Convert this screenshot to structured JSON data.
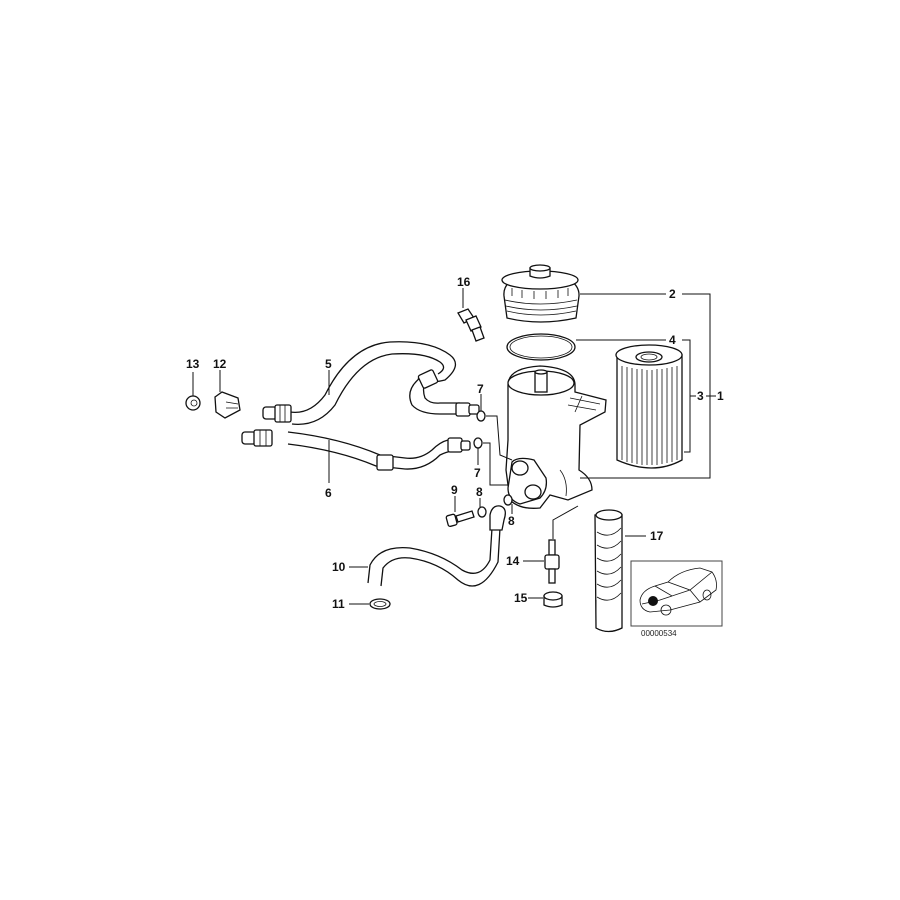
{
  "diagram": {
    "title": "Oil filter housing / oil cooler lines exploded parts diagram",
    "reference_code": "00000534",
    "callouts": [
      {
        "id": "1",
        "label": "1",
        "part": "oil-filter-housing-assembly"
      },
      {
        "id": "2",
        "label": "2",
        "part": "oil-filter-cap"
      },
      {
        "id": "3",
        "label": "3",
        "part": "oil-filter-element-kit"
      },
      {
        "id": "4",
        "label": "4",
        "part": "o-ring"
      },
      {
        "id": "5",
        "label": "5",
        "part": "oil-cooler-line-upper"
      },
      {
        "id": "6",
        "label": "6",
        "part": "oil-cooler-line-lower"
      },
      {
        "id": "7a",
        "label": "7",
        "part": "gasket-ring-upper"
      },
      {
        "id": "7b",
        "label": "7",
        "part": "gasket-ring-lower"
      },
      {
        "id": "8a",
        "label": "8",
        "part": "gasket-ring-left"
      },
      {
        "id": "8b",
        "label": "8",
        "part": "gasket-ring-right"
      },
      {
        "id": "9",
        "label": "9",
        "part": "hollow-bolt"
      },
      {
        "id": "10",
        "label": "10",
        "part": "return-hose"
      },
      {
        "id": "11",
        "label": "11",
        "part": "hose-clamp"
      },
      {
        "id": "12",
        "label": "12",
        "part": "bracket"
      },
      {
        "id": "13",
        "label": "13",
        "part": "rubber-grommet"
      },
      {
        "id": "14",
        "label": "14",
        "part": "stud-bolt"
      },
      {
        "id": "15",
        "label": "15",
        "part": "rubber-mount"
      },
      {
        "id": "16",
        "label": "16",
        "part": "oil-pressure-switch"
      },
      {
        "id": "17",
        "label": "17",
        "part": "heat-protection-sleeve"
      }
    ],
    "locator_thumbnail": {
      "subject": "sedan-car",
      "marker": "engine-bay-dot"
    }
  }
}
